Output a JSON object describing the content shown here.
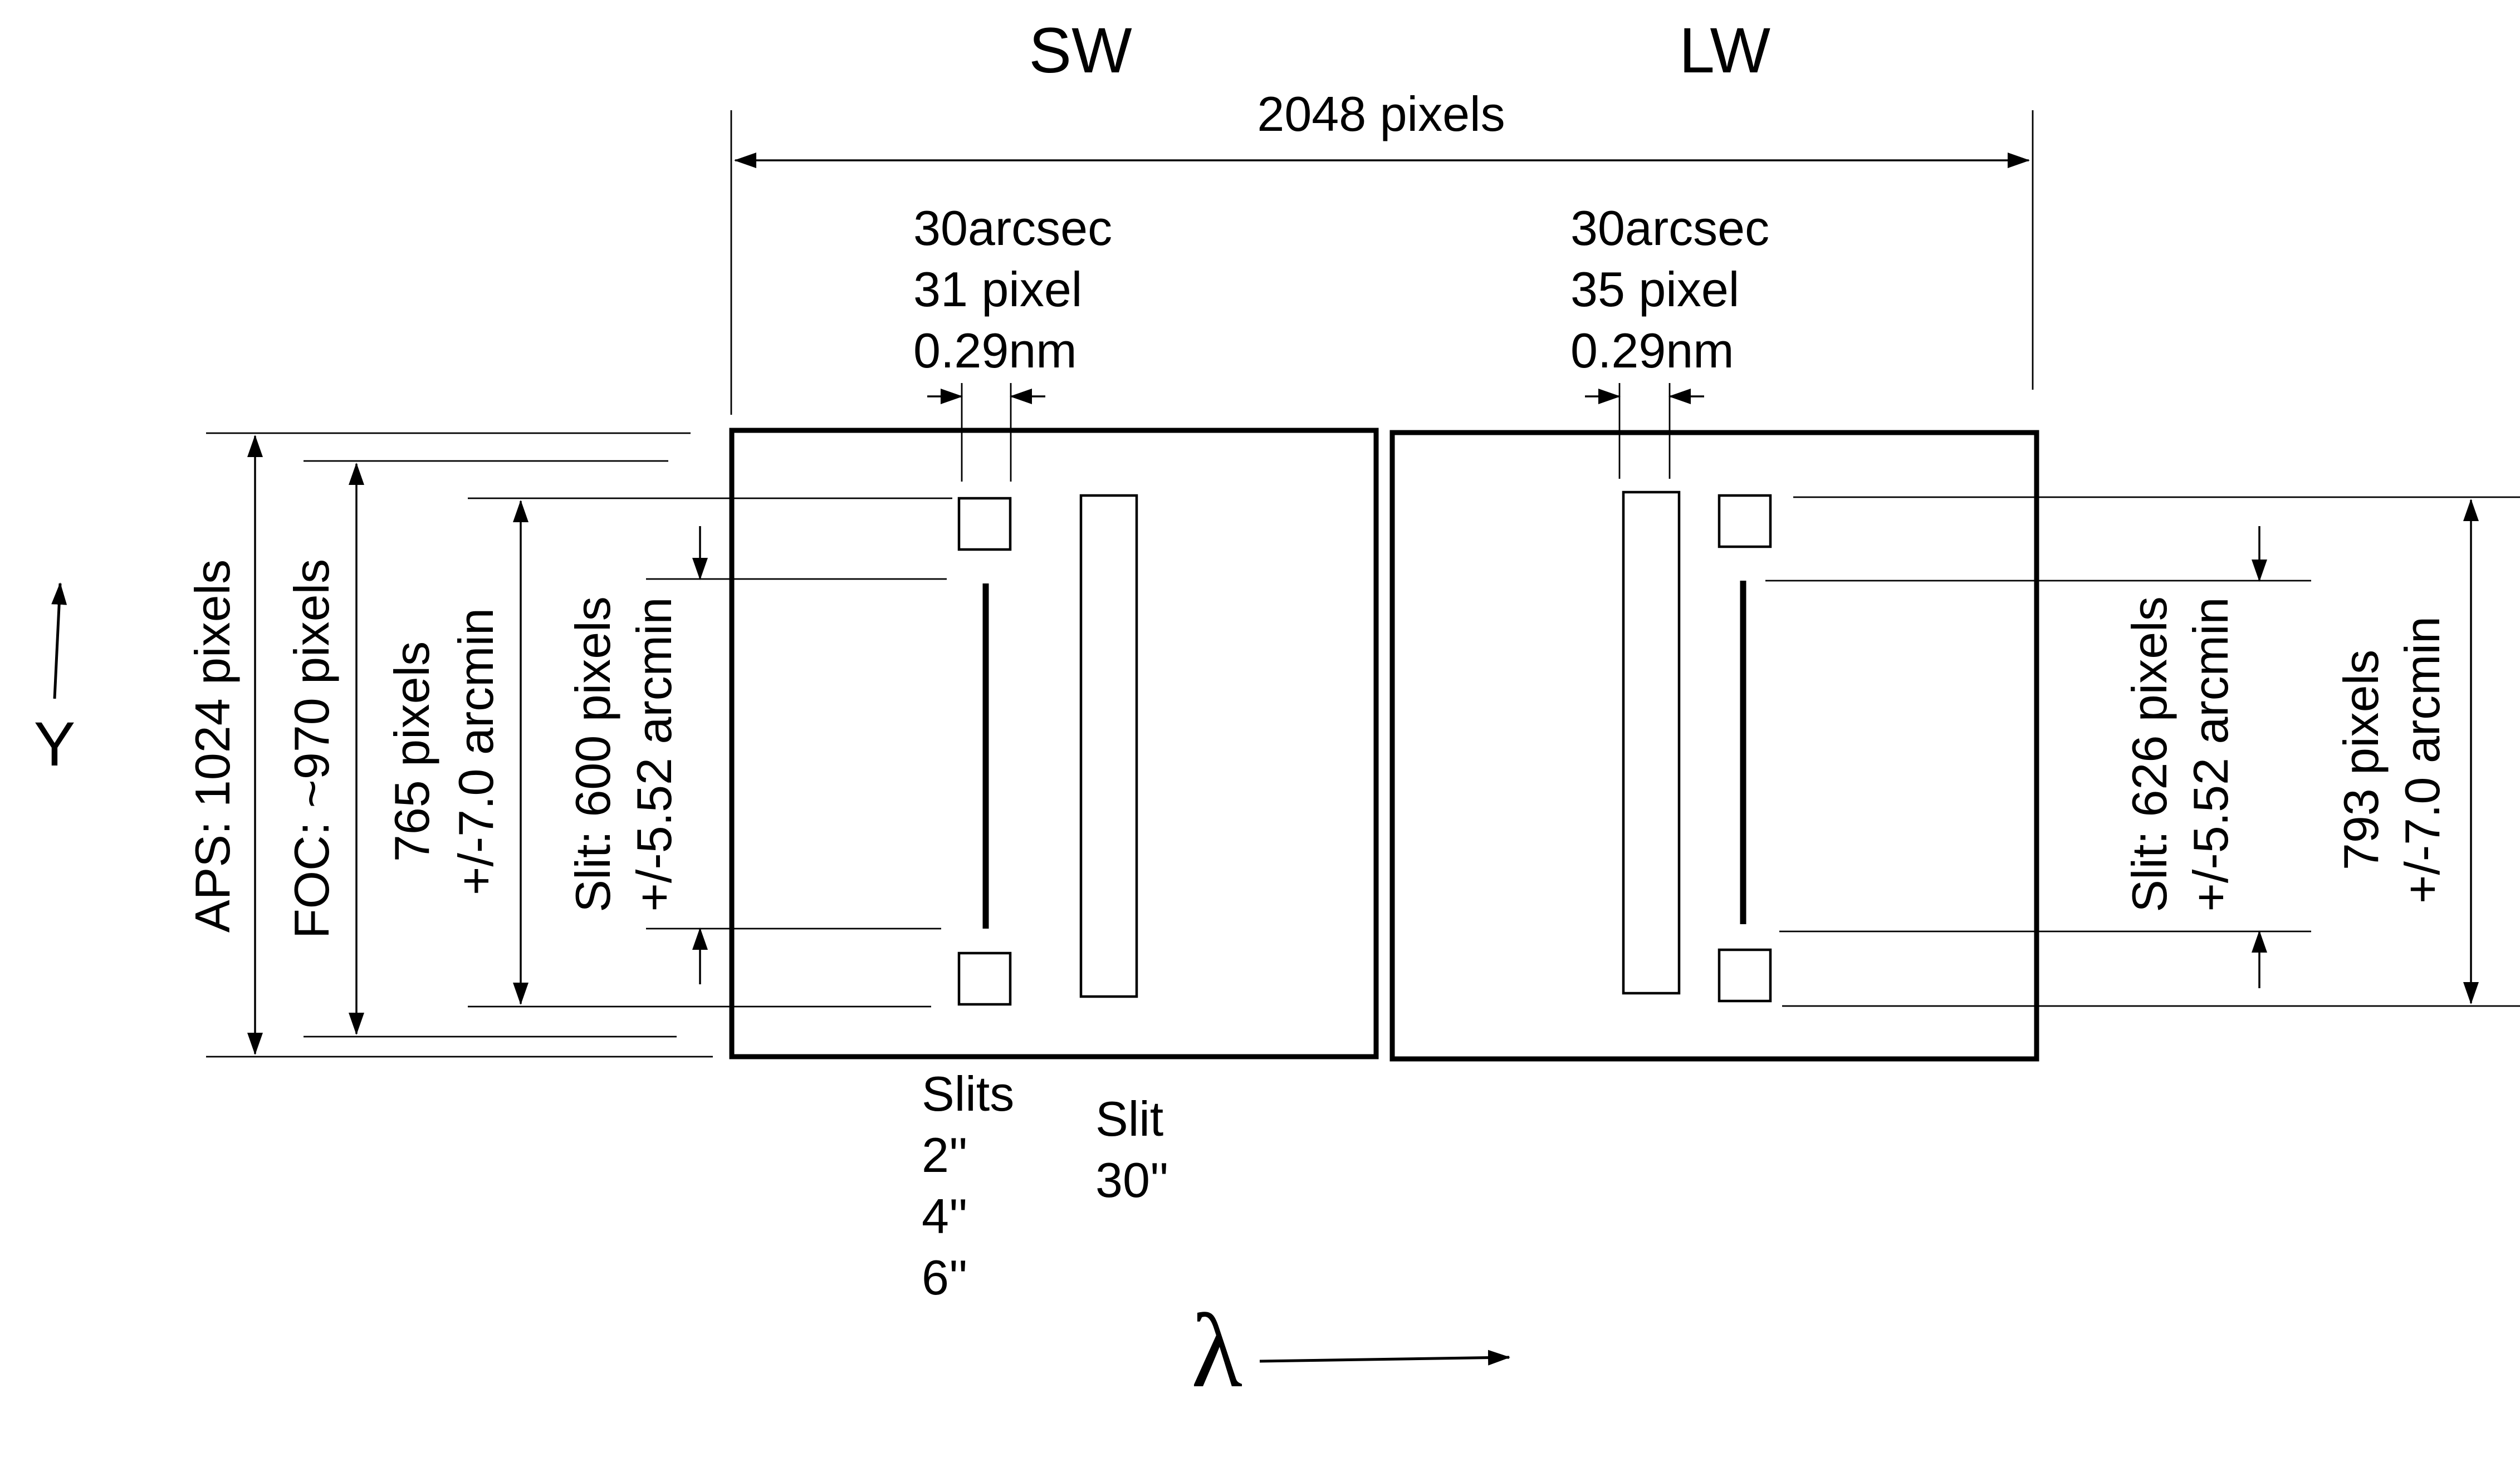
{
  "header": {
    "sw_title": "SW",
    "lw_title": "LW",
    "total_width": "2048 pixels"
  },
  "sw_slit_spec": {
    "line1": "30arcsec",
    "line2": "31 pixel",
    "line3": "0.29nm"
  },
  "lw_slit_spec": {
    "line1": "30arcsec",
    "line2": "35 pixel",
    "line3": "0.29nm"
  },
  "left_dims": {
    "aps": "APS: 1024 pixels",
    "foc": "FOC: ~970 pixels",
    "field_pixels": "765 pixels",
    "field_arcmin": "+/-7.0 arcmin",
    "slit_pixels": "Slit: 600 pixels",
    "slit_arcmin": "+/-5.52 arcmin"
  },
  "right_dims": {
    "slit_pixels": "Slit: 626 pixels",
    "slit_arcmin": "+/-5.52 arcmin",
    "field_pixels": "793 pixels",
    "field_arcmin": "+/-7.0 arcmin"
  },
  "slit_labels": {
    "narrow_title": "Slits",
    "narrow_1": "2''",
    "narrow_2": "4''",
    "narrow_3": "6''",
    "wide_title": "Slit",
    "wide_1": "30''"
  },
  "axes": {
    "y_label": "Y",
    "lambda_label": "λ"
  }
}
